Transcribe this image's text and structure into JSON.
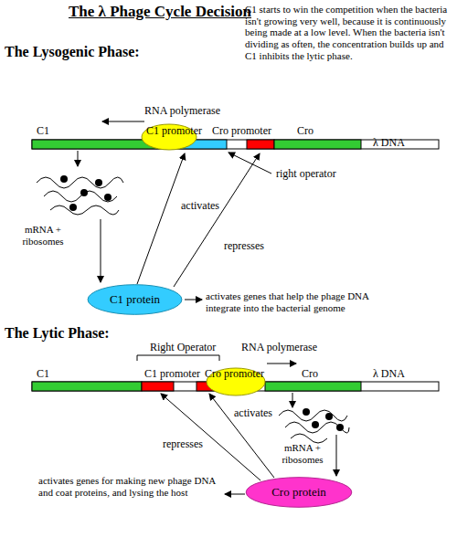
{
  "diagram": {
    "title": "The λ Phage Cycle Decision",
    "nodes": [
      {
        "text": [
          "C1 protein"
        ]
      },
      {
        "text": [
          "Cro protein"
        ]
      }
    ],
    "labels": [
      "C1 starts to win the competition when the bacteria isn't growing very well, because it is continuously being made at a low level. When the bacteria isn't dividing as often, the concentration builds up and C1 inhibits the lytic phase.",
      "The Lysogenic Phase:",
      "RNA polymerase",
      "C1",
      "C1 promoter",
      "Cro promoter",
      "Cro",
      "λ DNA",
      "right operator",
      "mRNA + ribosomes",
      "activates",
      "represses",
      "activates genes that help the phage DNA integrate into the bacterial genome",
      "The Lytic Phase:",
      "Right Operator",
      "RNA polymerase",
      "C1",
      "C1 promoter",
      "Cro promoter",
      "Cro",
      "λ DNA",
      "activates",
      "represses",
      "mRNA + ribosomes",
      "activates genes for making new phage DNA and coat proteins, and lysing the host"
    ]
  }
}
